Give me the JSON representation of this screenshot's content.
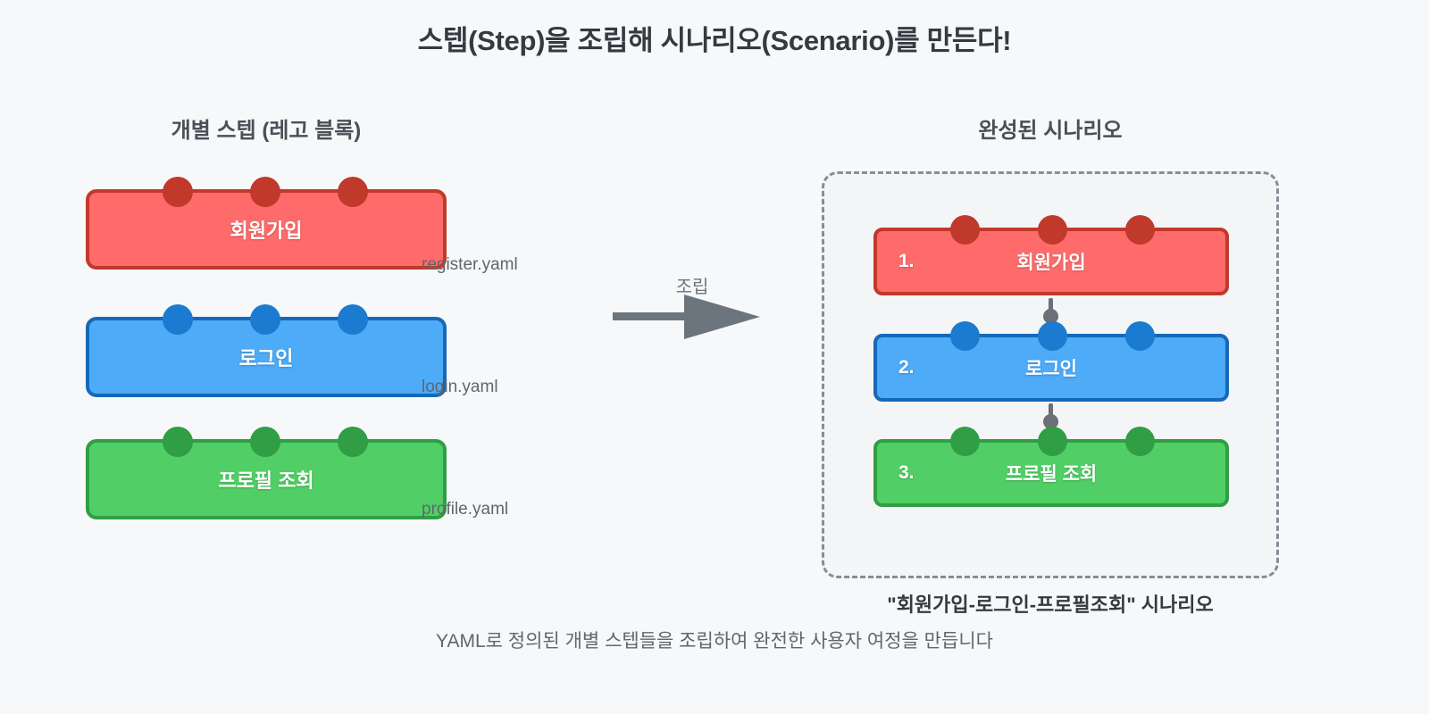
{
  "page": {
    "title": "스텝(Step)을 조립해 시나리오(Scenario)를 만든다!",
    "footer_note": "YAML로 정의된 개별 스텝들을 조립하여 완전한 사용자 여정을 만듭니다",
    "background_color": "#f7f8f9"
  },
  "left_panel": {
    "heading": "개별 스텝 (레고 블록)",
    "blocks": [
      {
        "label": "회원가입",
        "file": "register.yaml",
        "fill": "#ff6b6b",
        "stud": "#c0392b"
      },
      {
        "label": "로그인",
        "file": "login.yaml",
        "fill": "#4dabf7",
        "stud": "#1b7bd0"
      },
      {
        "label": "프로필 조회",
        "file": "profile.yaml",
        "fill": "#51cf66",
        "stud": "#2f9e44"
      }
    ]
  },
  "arrow": {
    "label": "조립",
    "color": "#6c757d"
  },
  "right_panel": {
    "heading": "완성된 시나리오",
    "caption": "\"회원가입-로그인-프로필조회\" 시나리오",
    "container_border_color": "#868e96",
    "blocks": [
      {
        "number": "1.",
        "label": "회원가입",
        "fill": "#ff6b6b",
        "stud": "#c0392b"
      },
      {
        "number": "2.",
        "label": "로그인",
        "fill": "#4dabf7",
        "stud": "#1b7bd0"
      },
      {
        "number": "3.",
        "label": "프로필 조회",
        "fill": "#51cf66",
        "stud": "#2f9e44"
      }
    ],
    "connector_color": "#6b7076"
  }
}
